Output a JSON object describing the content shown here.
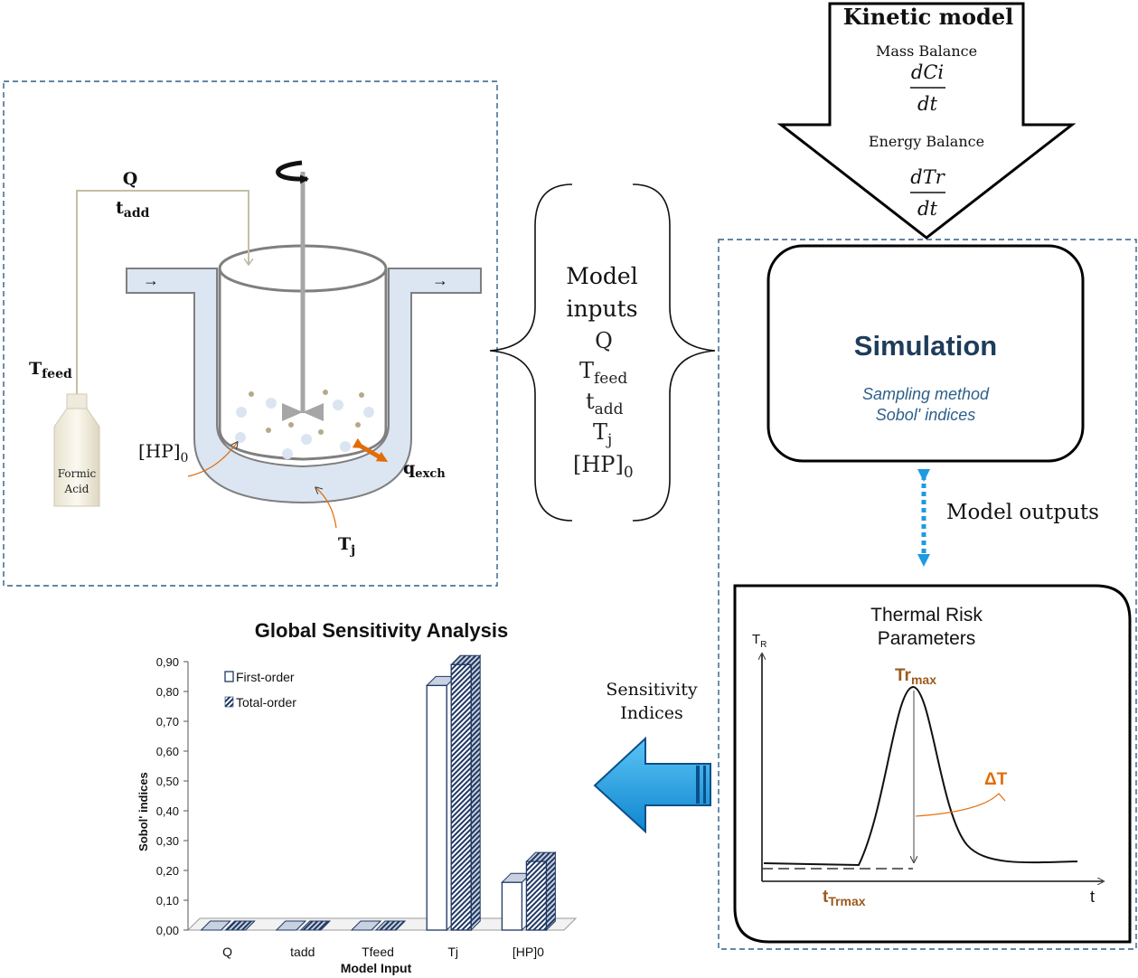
{
  "kinetic": {
    "title": "Kinetic model",
    "mass_balance": "Mass Balance",
    "mass_num": "dCi",
    "mass_den": "dt",
    "energy_balance": "Energy Balance",
    "energy_num": "dTr",
    "energy_den": "dt"
  },
  "reactor": {
    "q": "Q",
    "tadd": "t",
    "tadd_sub": "add",
    "tfeed": "T",
    "tfeed_sub": "feed",
    "bottle_line1": "Formic",
    "bottle_line2": "Acid",
    "hp": "[HP]",
    "hp_sub": "0",
    "qexch": "q",
    "qexch_sub": "exch",
    "tj": "T",
    "tj_sub": "j"
  },
  "inputs": {
    "title_line1": "Model",
    "title_line2": "inputs",
    "q": "Q",
    "tfeed": "T",
    "tfeed_sub": "feed",
    "tadd": "t",
    "tadd_sub": "add",
    "tj": "T",
    "tj_sub": "j",
    "hp": "[HP]",
    "hp_sub": "0"
  },
  "simulation": {
    "title": "Simulation",
    "line1": "Sampling method",
    "line2": "Sobol' indices"
  },
  "outputs_label": "Model outputs",
  "thermal": {
    "title_line1": "Thermal Risk",
    "title_line2": "Parameters",
    "y_axis": "T",
    "y_axis_sub": "R",
    "x_axis": "t",
    "trmax": "Tr",
    "trmax_sub": "max",
    "delta_t": "ΔT",
    "ttrmax": "t",
    "ttrmax_sub": "Trmax"
  },
  "sens_label_line1": "Sensitivity",
  "sens_label_line2": "Indices",
  "colors": {
    "dash_border": "#2e5f8a",
    "jacket": "#dce6f2",
    "orange": "#e36c09",
    "brown": "#9c5a1c",
    "arrow_blue": "#1e9be0",
    "arrow_dark": "#0b4f8a",
    "sim_title": "#1f3c5b",
    "sim_text": "#2e5f8a",
    "bar_first": "#ffffff",
    "bar_total": "#1f3864"
  },
  "chart_data": {
    "type": "bar",
    "title": "Global Sensitivity Analysis",
    "xlabel": "Model Input",
    "ylabel": "Sobol' indices",
    "categories": [
      "Q",
      "tadd",
      "Tfeed",
      "Tj",
      "[HP]0"
    ],
    "ylim": [
      0,
      0.9
    ],
    "yticks": [
      "0,00",
      "0,10",
      "0,20",
      "0,30",
      "0,40",
      "0,50",
      "0,60",
      "0,70",
      "0,80",
      "0,90"
    ],
    "series": [
      {
        "name": "First-order",
        "values": [
          0.0,
          0.0,
          0.0,
          0.82,
          0.16
        ]
      },
      {
        "name": "Total-order",
        "values": [
          0.0,
          0.0,
          0.0,
          0.89,
          0.23
        ]
      }
    ],
    "legend": "top-left",
    "grid": false
  }
}
